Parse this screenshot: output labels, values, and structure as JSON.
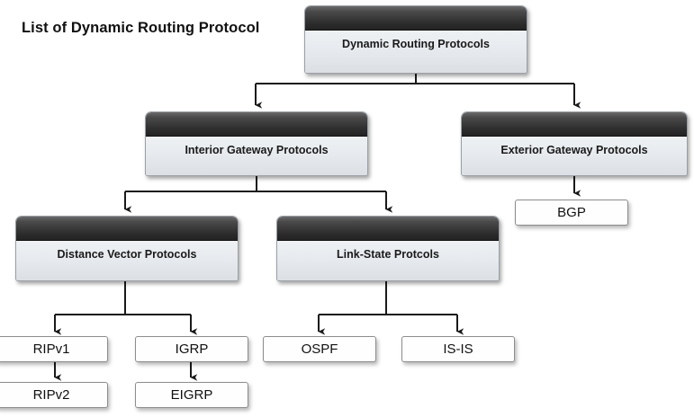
{
  "diagram": {
    "title": "List of Dynamic Routing Protocol",
    "type": "hierarchy-tree",
    "orientation": "top-down",
    "colors": {
      "page_background": "#ffffff",
      "node_header_dark": "#2d2d2d",
      "node_body_light": "#e7eaee",
      "leaf_background": "#fefefe",
      "connector_line": "#1a1a1a",
      "text": "#111111"
    },
    "nodes": {
      "root": {
        "label": "Dynamic Routing Protocols",
        "style": "headed",
        "level": 0
      },
      "igp": {
        "label": "Interior Gateway Protocols",
        "style": "headed",
        "level": 1
      },
      "egp": {
        "label": "Exterior Gateway Protocols",
        "style": "headed",
        "level": 1
      },
      "distance_vector": {
        "label": "Distance Vector Protocols",
        "style": "headed",
        "level": 2
      },
      "link_state": {
        "label": "Link-State Protcols",
        "style": "headed",
        "level": 2
      },
      "bgp": {
        "label": "BGP",
        "style": "leaf",
        "level": 2
      },
      "ripv1": {
        "label": "RIPv1",
        "style": "leaf",
        "level": 3
      },
      "ripv2": {
        "label": "RIPv2",
        "style": "leaf",
        "level": 4
      },
      "igrp": {
        "label": "IGRP",
        "style": "leaf",
        "level": 3
      },
      "eigrp": {
        "label": "EIGRP",
        "style": "leaf",
        "level": 4
      },
      "ospf": {
        "label": "OSPF",
        "style": "leaf",
        "level": 3
      },
      "isis": {
        "label": "IS-IS",
        "style": "leaf",
        "level": 3
      }
    },
    "edges": [
      {
        "from": "root",
        "to": "igp"
      },
      {
        "from": "root",
        "to": "egp"
      },
      {
        "from": "igp",
        "to": "distance_vector"
      },
      {
        "from": "igp",
        "to": "link_state"
      },
      {
        "from": "egp",
        "to": "bgp"
      },
      {
        "from": "distance_vector",
        "to": "ripv1"
      },
      {
        "from": "distance_vector",
        "to": "igrp"
      },
      {
        "from": "link_state",
        "to": "ospf"
      },
      {
        "from": "link_state",
        "to": "isis"
      },
      {
        "from": "ripv1",
        "to": "ripv2"
      },
      {
        "from": "igrp",
        "to": "eigrp"
      }
    ]
  }
}
